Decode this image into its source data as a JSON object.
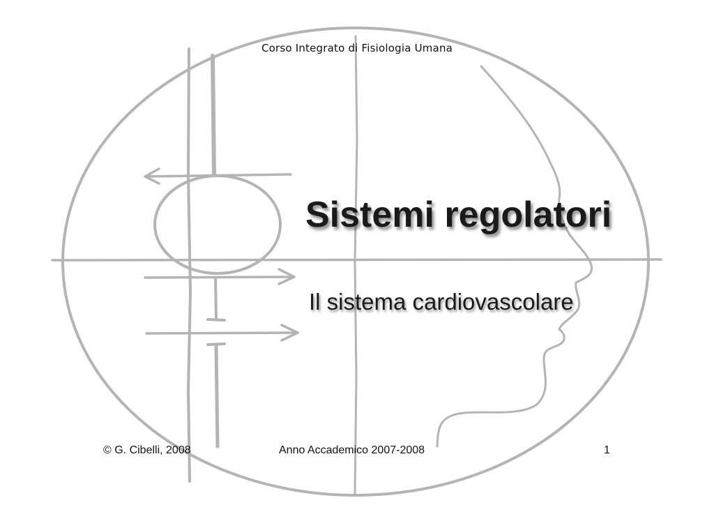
{
  "header": {
    "course": "Corso Integrato di Fisiologia Umana"
  },
  "main": {
    "title": "Sistemi regolatori",
    "subtitle": "Il sistema cardiovascolare"
  },
  "footer": {
    "copyright": "© G. Cibelli, 2008",
    "academic_year": "Anno Accademico 2007-2008",
    "page_number": "1"
  },
  "colors": {
    "drawing_stroke": "#b4b4b4",
    "text": "#1a1a1a"
  }
}
